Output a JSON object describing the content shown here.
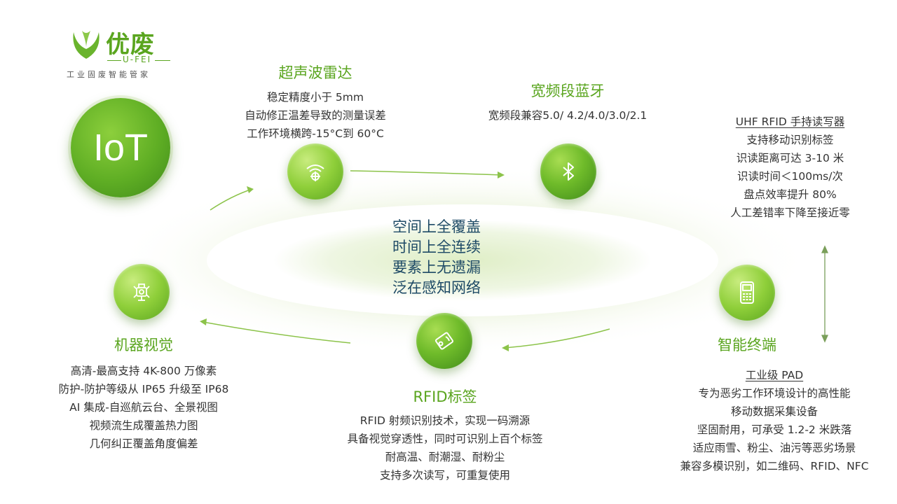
{
  "logo": {
    "name": "优废",
    "sub": "U-FEI",
    "tagline": "工业固废智能管家"
  },
  "iot_badge": "IoT",
  "center": {
    "lines": [
      "空间上全覆盖",
      "时间上全连续",
      "要素上无遗漏",
      "泛在感知网络"
    ]
  },
  "nodes": {
    "ultrasonic": {
      "icon": "radar-target-icon",
      "title": "超声波雷达",
      "lines": [
        "稳定精度小于 5mm",
        "自动修正温差导致的测量误差",
        "工作环境横跨-15°C到 60°C"
      ]
    },
    "bluetooth": {
      "icon": "bluetooth-icon",
      "title": "宽频段蓝牙",
      "lines": [
        "宽频段兼容5.0/ 4.2/4.0/3.0/2.1"
      ]
    },
    "terminal": {
      "icon": "handheld-terminal-icon",
      "title": "智能终端",
      "upper_heading": "UHF RFID 手持读写器",
      "upper_lines": [
        "支持移动识别标签",
        "识读距离可达 3-10 米",
        "识读时间＜100ms/次",
        "盘点效率提升 80%",
        "人工差错率下降至接近零"
      ],
      "lower_heading": "工业级 PAD",
      "lower_lines": [
        "专为恶劣工作环境设计的高性能",
        "移动数据采集设备",
        "坚固耐用，可承受 1.2-2 米跌落",
        "适应雨雪、粉尘、油污等恶劣场景",
        "兼容多模识别，如二维码、RFID、NFC"
      ]
    },
    "rfid": {
      "icon": "rfid-tag-icon",
      "title": "RFID标签",
      "lines": [
        "RFID 射频识别技术，实现一码溯源",
        "具备视觉穿透性，同时可识别上百个标签",
        "耐高温、耐潮湿、耐粉尘",
        "支持多次读写，可重复使用"
      ]
    },
    "vision": {
      "icon": "camera-vision-icon",
      "title": "机器视觉",
      "lines": [
        "高清-最高支持 4K-800 万像素",
        "防护-防护等级从 IP65 升级至 IP68",
        "AI 集成-自巡航云台、全景视图",
        "视频流生成覆盖热力图",
        "几何纠正覆盖角度偏差"
      ]
    }
  },
  "colors": {
    "accent": "#5aa51f",
    "center_text": "#1e4a66"
  }
}
